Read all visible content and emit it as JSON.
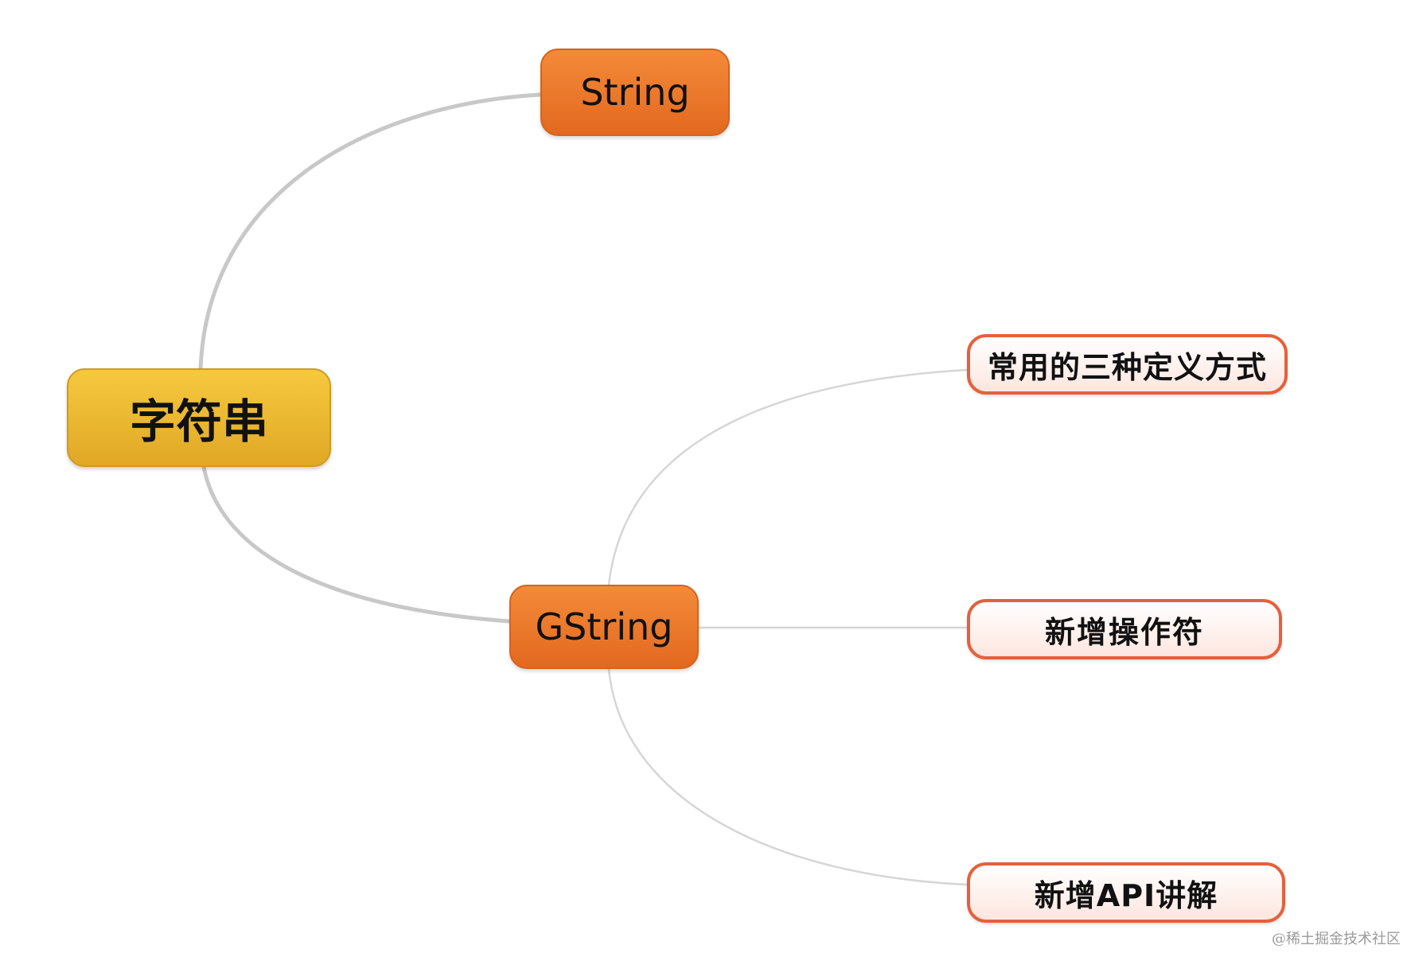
{
  "mindmap": {
    "root": {
      "label": "字符串"
    },
    "branches": [
      {
        "label": "String"
      },
      {
        "label": "GString",
        "children": [
          {
            "label": "常用的三种定义方式"
          },
          {
            "label": "新增操作符"
          },
          {
            "label": "新增API讲解"
          }
        ]
      }
    ]
  },
  "colors": {
    "root_fill": "#f0bc33",
    "branch_fill": "#ec7a2c",
    "leaf_border": "#e6603c",
    "connector": "#c8c8c8"
  },
  "watermark": "@稀土掘金技术社区"
}
